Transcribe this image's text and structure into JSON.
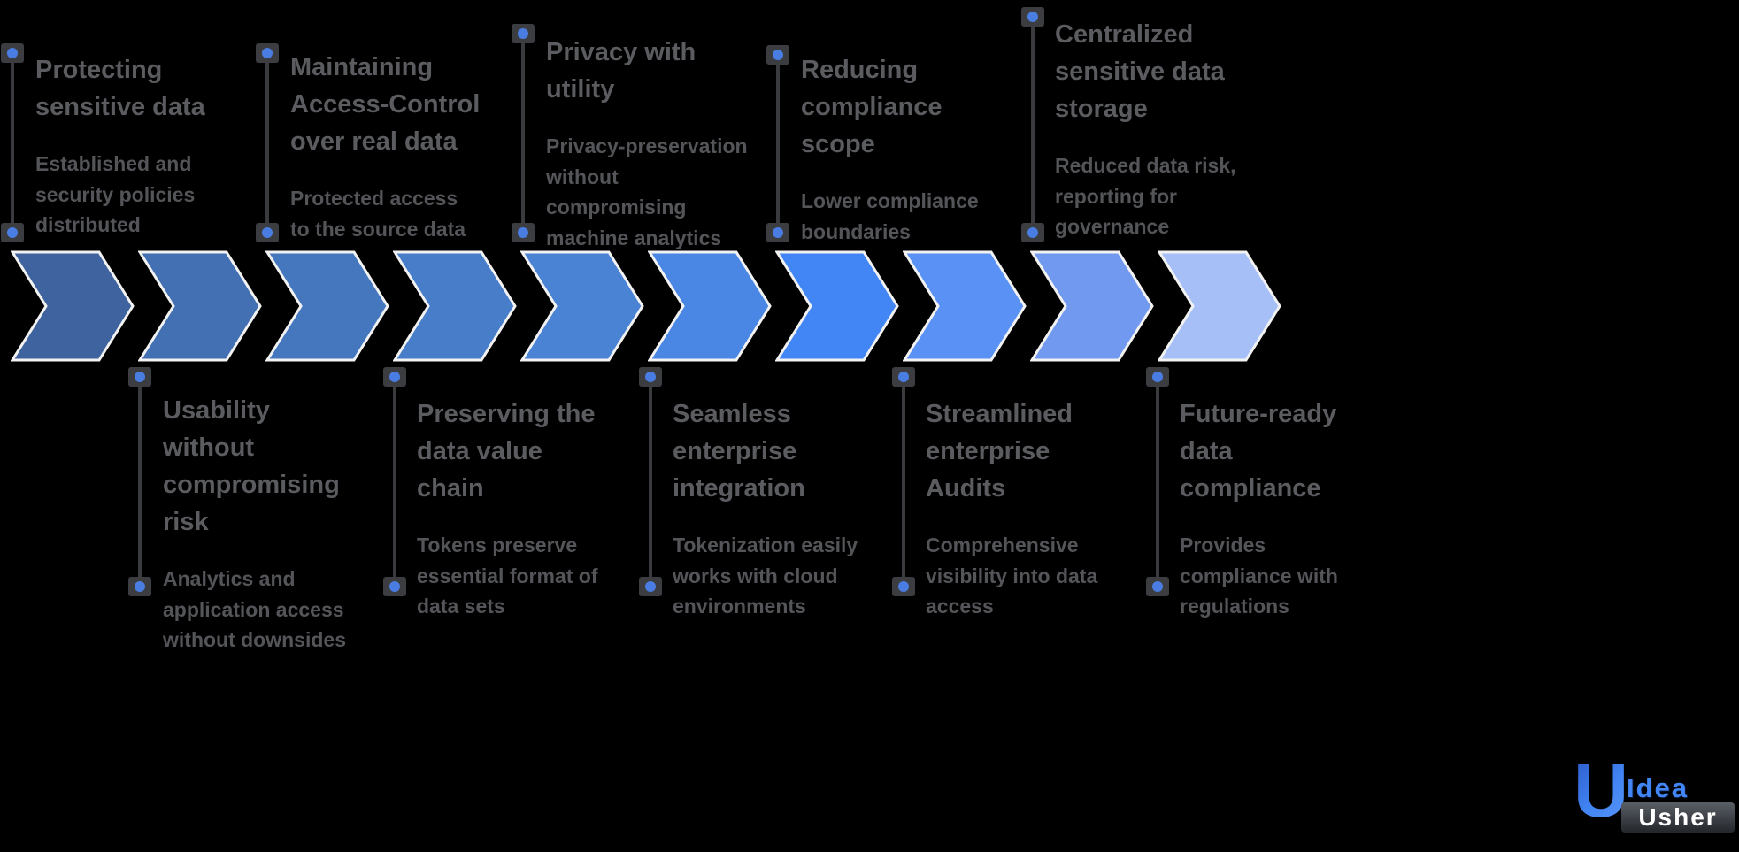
{
  "diagram_title": "Data tokenization benefits process timeline",
  "colors": {
    "background": "#000000",
    "connector_line": "#3a3b3e",
    "dot_blue": "#4a7de2",
    "title_text": "#5b5c60",
    "body_text": "#545559",
    "chevron_outline": "#f2f2f2"
  },
  "chevron_colors": [
    "#3e639e",
    "#4270b3",
    "#4577bf",
    "#487ec9",
    "#4b83d4",
    "#4a87e4",
    "#4285f4",
    "#5a91f4",
    "#7099ef",
    "#a6c0f7"
  ],
  "top_blocks": [
    {
      "title": "Protecting\nsensitive data",
      "body": "Established and\nsecurity policies\ndistributed"
    },
    {
      "title": "Maintaining\nAccess-Control\nover real data",
      "body": "Protected access\nto the source data"
    },
    {
      "title": "Privacy with\nutility",
      "body": "Privacy-preservation\nwithout\ncompromising\nmachine analytics"
    },
    {
      "title": "Reducing\ncompliance\nscope",
      "body": "Lower compliance\nboundaries"
    },
    {
      "title": "Centralized\nsensitive data\nstorage",
      "body": "Reduced data risk,\nreporting for\ngovernance"
    }
  ],
  "bottom_blocks": [
    {
      "title": "Usability\nwithout\ncompromising risk",
      "body": "Analytics and\napplication access\nwithout downsides"
    },
    {
      "title": "Preserving the\ndata value\nchain",
      "body": "Tokens preserve\nessential format of\ndata sets"
    },
    {
      "title": "Seamless\nenterprise\nintegration",
      "body": "Tokenization easily\nworks with cloud\nenvironments"
    },
    {
      "title": "Streamlined\nenterprise\nAudits",
      "body": "Comprehensive\nvisibility into data\naccess"
    },
    {
      "title": "Future-ready\ndata\ncompliance",
      "body": "Provides\ncompliance with\nregulations"
    }
  ],
  "logo": {
    "mark": "U",
    "line1": "Idea",
    "line2": "Usher"
  }
}
